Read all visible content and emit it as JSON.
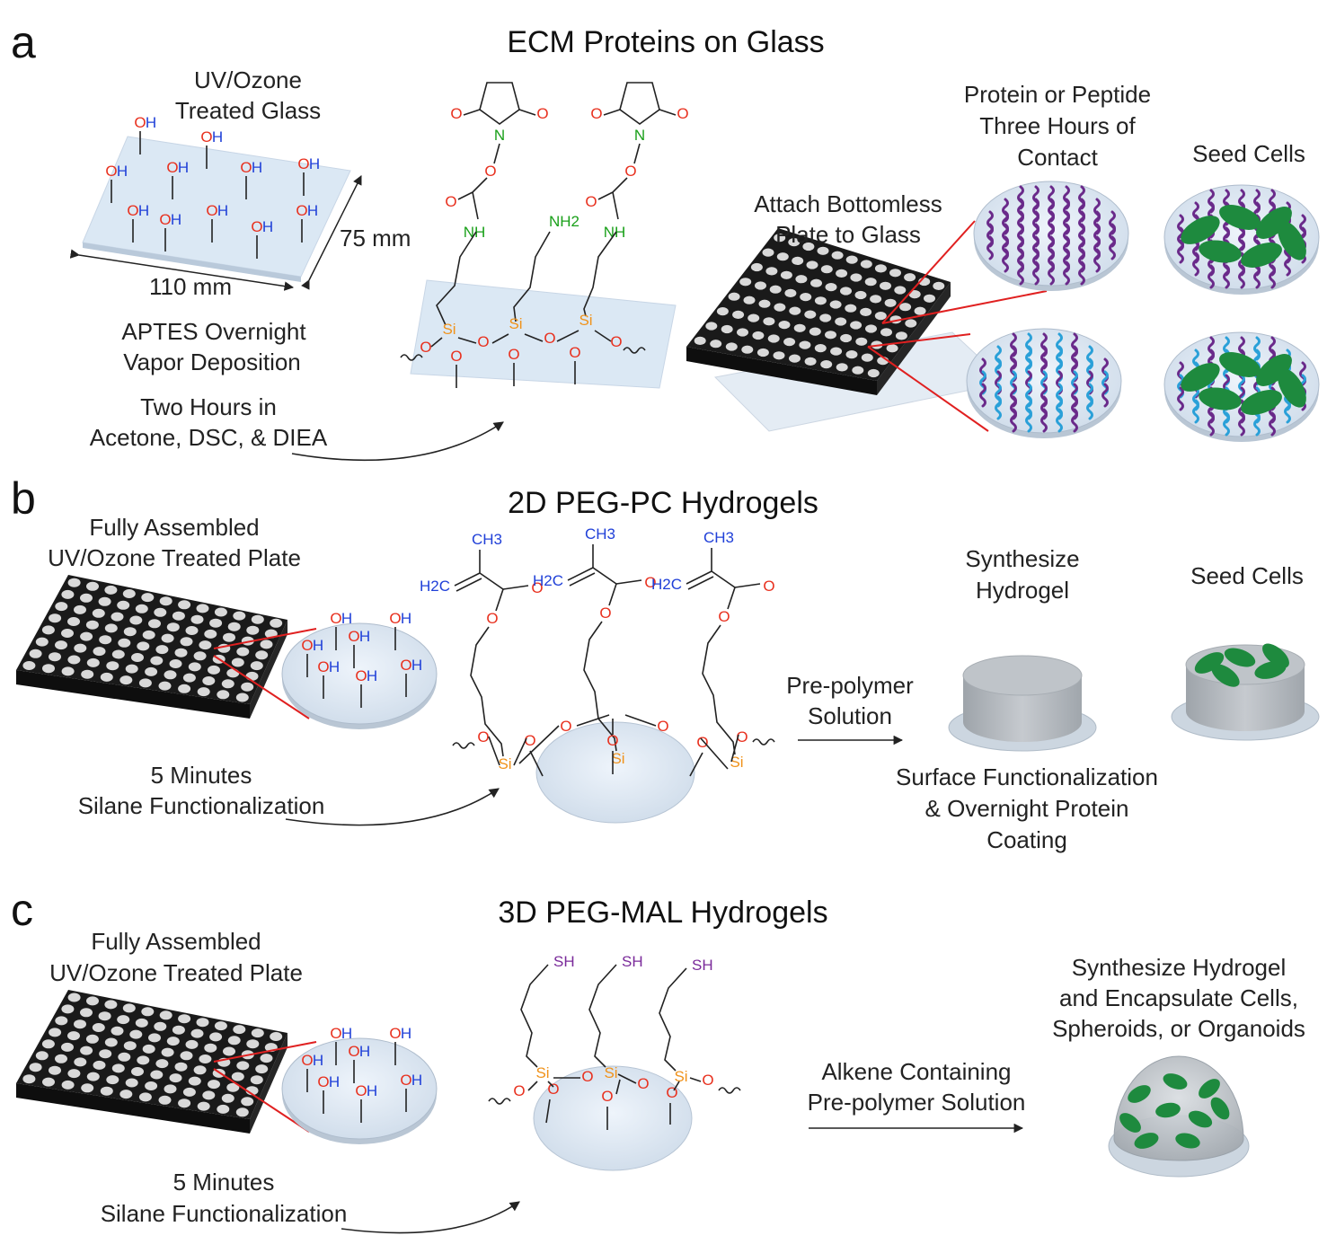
{
  "panels": {
    "a": {
      "letter": "a",
      "title": "ECM Proteins on Glass",
      "glass_label": [
        "UV/Ozone",
        "Treated Glass"
      ],
      "dim_width": "110 mm",
      "dim_height": "75 mm",
      "step1": [
        "APTES Overnight",
        "Vapor Deposition"
      ],
      "step2": [
        "Two Hours in",
        "Acetone, DSC, & DIEA"
      ],
      "attach": [
        "Attach Bottomless",
        "Plate to Glass"
      ],
      "protein": [
        "Protein or Peptide",
        "Three Hours of",
        "Contact"
      ],
      "seed": "Seed Cells"
    },
    "b": {
      "letter": "b",
      "title": "2D PEG-PC Hydrogels",
      "plate_label": [
        "Fully Assembled",
        "UV/Ozone Treated Plate"
      ],
      "step": [
        "5 Minutes",
        "Silane Functionalization"
      ],
      "prepolymer": [
        "Pre-polymer",
        "Solution"
      ],
      "synth": [
        "Synthesize",
        "Hydrogel"
      ],
      "seed": "Seed Cells",
      "surface": [
        "Surface Functionalization",
        "& Overnight Protein",
        "Coating"
      ]
    },
    "c": {
      "letter": "c",
      "title": "3D PEG-MAL Hydrogels",
      "plate_label": [
        "Fully Assembled",
        "UV/Ozone Treated Plate"
      ],
      "step": [
        "5 Minutes",
        "Silane Functionalization"
      ],
      "alkene": [
        "Alkene Containing",
        "Pre-polymer Solution"
      ],
      "synth": [
        "Synthesize Hydrogel",
        "and Encapsulate Cells,",
        "Spheroids, or Organoids"
      ]
    }
  },
  "chem": {
    "O": "O",
    "H": "H",
    "N": "N",
    "Si": "Si",
    "SH": "SH",
    "CH3": "CH3",
    "H2C": "H2C",
    "NH": "NH",
    "NH2": "NH2"
  },
  "colors": {
    "oxygen": "#e8301e",
    "hydrogen": "#2040d8",
    "nitrogen": "#1aa01a",
    "silicon": "#f0921a",
    "sulfur": "#7a2a9a",
    "glass": "#dbe8f4",
    "plate": "#1a1a1a",
    "well": "#d9d9d9",
    "cell": "#1e8a3e",
    "protein_purple": "#6a2a8a",
    "protein_blue": "#2aa0d8",
    "callout": "#e02020"
  }
}
